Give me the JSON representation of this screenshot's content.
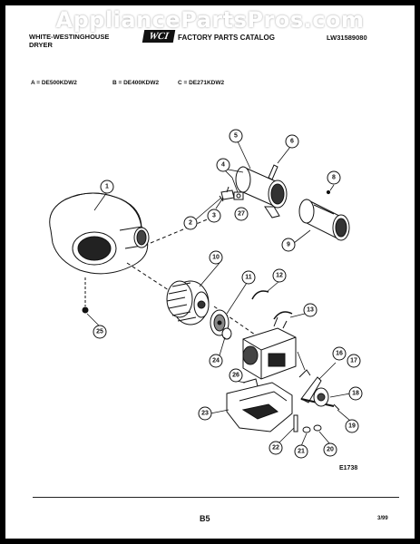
{
  "watermark": "AppliancePartsPros.com",
  "header": {
    "brand_line1": "WHITE-WESTINGHOUSE",
    "brand_line2": "DRYER",
    "logo": "WCI",
    "catalog_title": "FACTORY PARTS CATALOG",
    "doc_number": "LW31589080"
  },
  "models": {
    "a": "A = DE500KDW2",
    "b": "B = DE400KDW2",
    "c": "C = DE271KDW2"
  },
  "callouts": [
    "1",
    "2",
    "3",
    "4",
    "5",
    "6",
    "8",
    "9",
    "10",
    "11",
    "12",
    "13",
    "16",
    "17",
    "18",
    "19",
    "20",
    "21",
    "22",
    "23",
    "24",
    "25",
    "26",
    "27"
  ],
  "figure_code": "E1738",
  "page_number": "B5",
  "date_code": "3/99"
}
